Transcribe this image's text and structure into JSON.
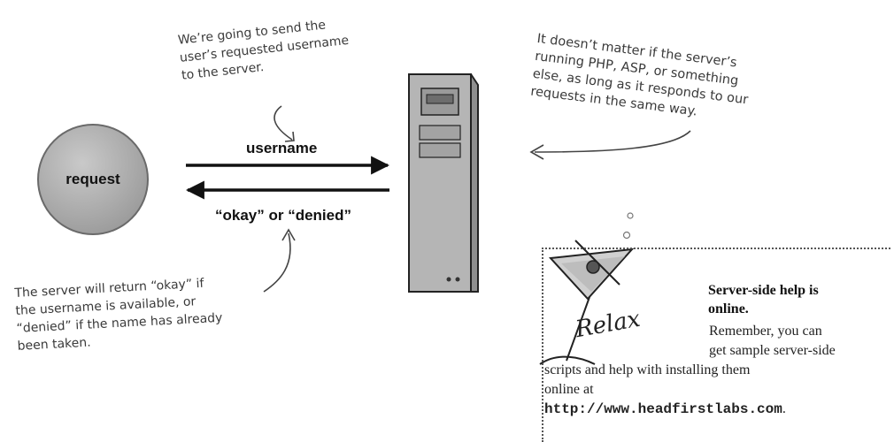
{
  "diagram": {
    "client_node_label": "request",
    "request_edge_label": "username",
    "response_edge_label": "“okay” or “denied”"
  },
  "annotations": {
    "top_left": [
      "We’re going to send the",
      "user’s requested username",
      "to the server."
    ],
    "top_right": [
      "It doesn’t matter if the server’s",
      "running PHP, ASP, or something",
      "else, as long as it responds to our",
      "requests in the same way."
    ],
    "bottom_left": [
      "The server will return “okay” if",
      "the username is available, or",
      "“denied” if the name has already",
      "been taken."
    ]
  },
  "relax_box": {
    "badge_word": "Relax",
    "heading_line1": "Server-side help is",
    "heading_line2": "online.",
    "body_line1": "Remember, you can",
    "body_line2": "get sample server-side",
    "body_line3": "scripts and help with installing them",
    "body_line4": "online at",
    "url": "http://www.headfirstlabs.com",
    "url_suffix": "."
  },
  "icons": {
    "server": "server-tower-icon",
    "badge": "martini-glass-icon"
  },
  "colors": {
    "client_fill": "#a9a9a9",
    "server_fill": "#b5b5b5",
    "ink": "#1a1a1a"
  }
}
